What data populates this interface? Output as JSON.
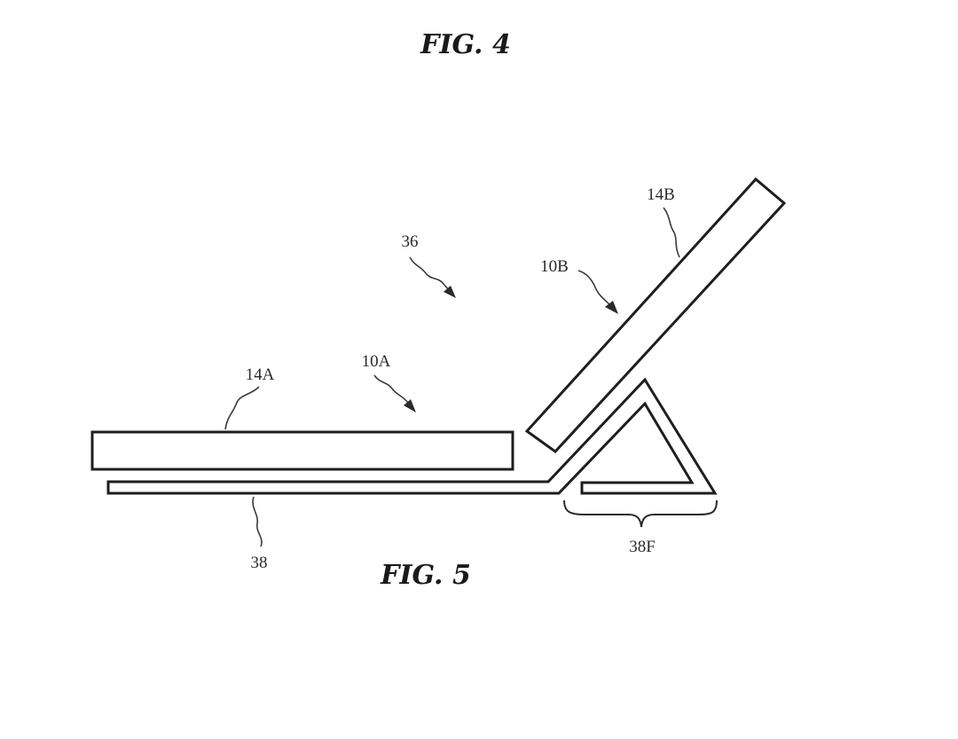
{
  "figures": {
    "upper_title": "FIG. 4",
    "lower_title": "FIG. 5"
  },
  "labels": {
    "l_36": "36",
    "l_14B": "14B",
    "l_10B": "10B",
    "l_14A": "14A",
    "l_10A": "10A",
    "l_38": "38",
    "l_38F": "38F"
  },
  "colors": {
    "line": "#1e1e1e",
    "background": "#ffffff"
  }
}
